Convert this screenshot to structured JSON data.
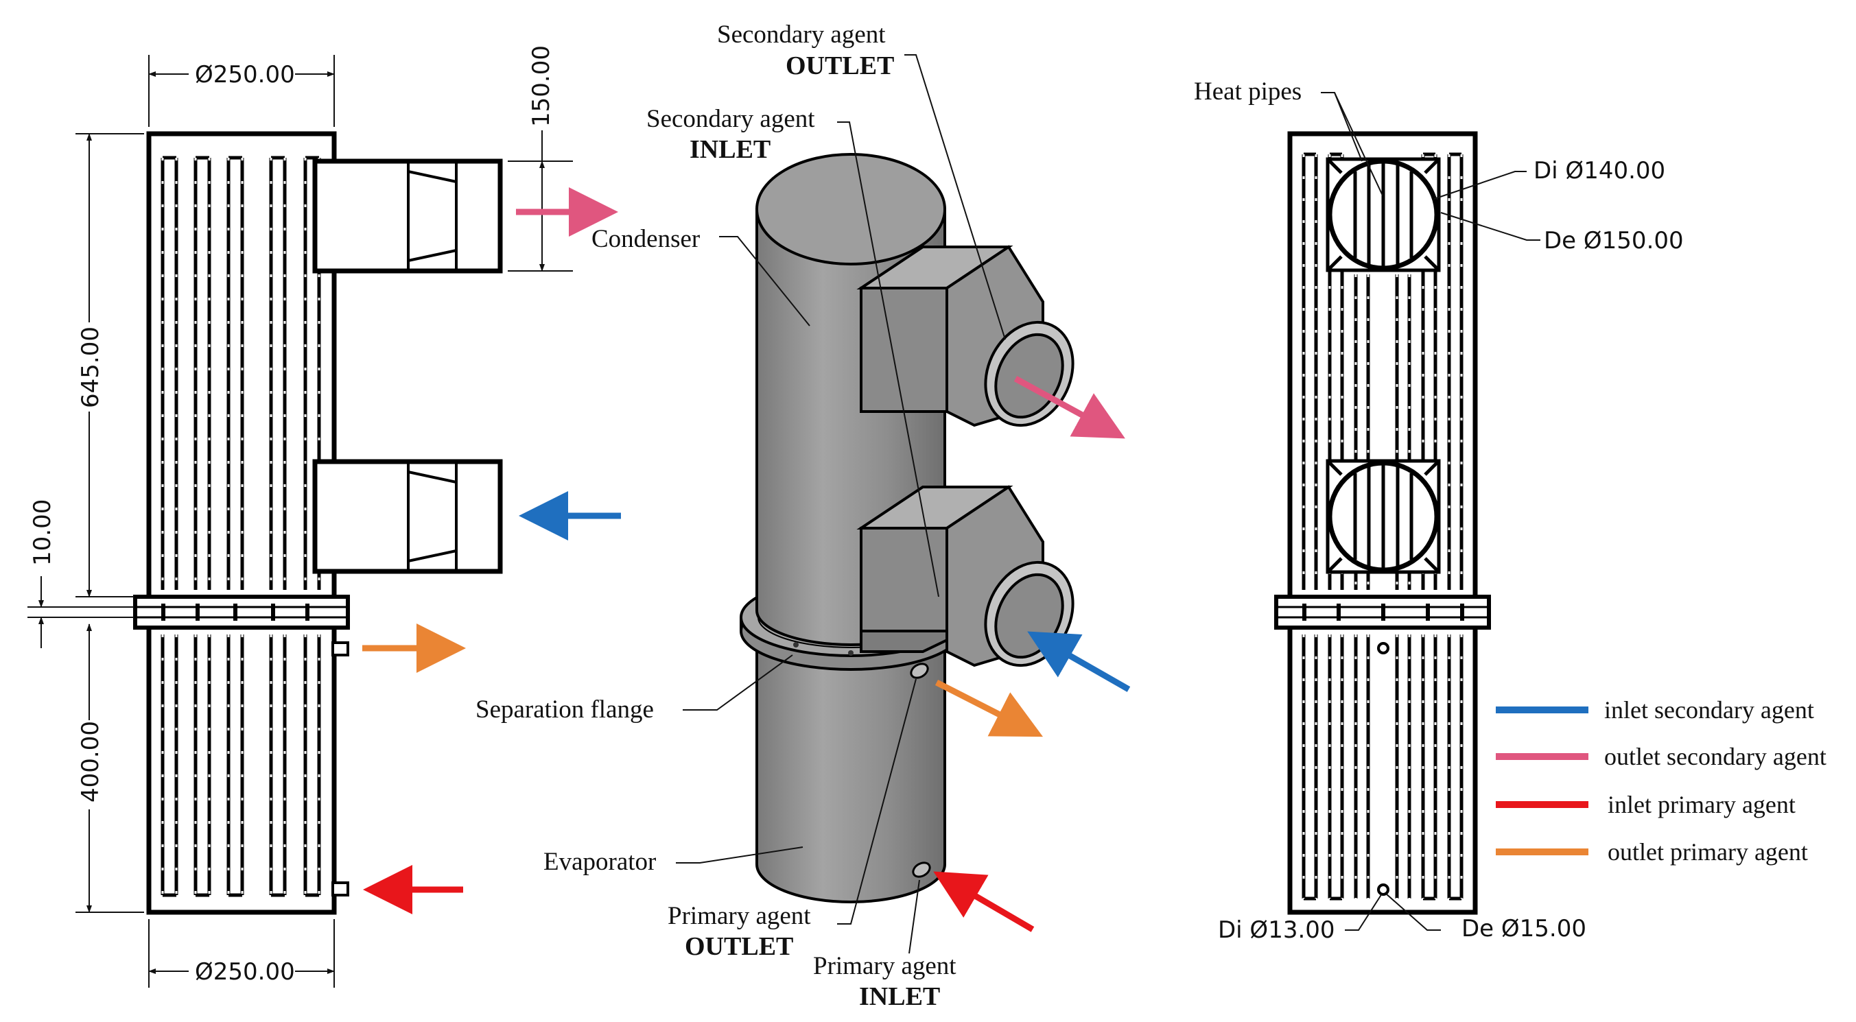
{
  "left_view": {
    "dim_top_diameter": "Ø250.00",
    "dim_bottom_diameter": "Ø250.00",
    "dim_outlet_height": "150.00",
    "dim_condenser_length": "645.00",
    "dim_flange_thickness": "10.00",
    "dim_evaporator_length": "400.00"
  },
  "iso_view": {
    "secondary_outlet_line1": "Secondary agent",
    "secondary_outlet_line2": "OUTLET",
    "secondary_inlet_line1": "Secondary agent",
    "secondary_inlet_line2": "INLET",
    "condenser": "Condenser",
    "separation_flange": "Separation flange",
    "evaporator": "Evaporator",
    "primary_outlet_line1": "Primary agent",
    "primary_outlet_line2": "OUTLET",
    "primary_inlet_line1": "Primary agent",
    "primary_inlet_line2": "INLET"
  },
  "right_view": {
    "heat_pipes": "Heat pipes",
    "di_large": "Di Ø140.00",
    "de_large": "De Ø150.00",
    "di_small": "Di Ø13.00",
    "de_small": "De Ø15.00"
  },
  "legend": [
    {
      "label": "inlet secondary agent",
      "color": "#1f6fbf"
    },
    {
      "label": "outlet secondary agent",
      "color": "#e0567f"
    },
    {
      "label": "inlet primary agent",
      "color": "#e8161b"
    },
    {
      "label": "outlet primary agent",
      "color": "#ea8534"
    }
  ],
  "colors": {
    "inlet_secondary": "#1f6fbf",
    "outlet_secondary": "#e0567f",
    "inlet_primary": "#e8161b",
    "outlet_primary": "#ea8534",
    "body_gray": "#8f8f8f"
  }
}
